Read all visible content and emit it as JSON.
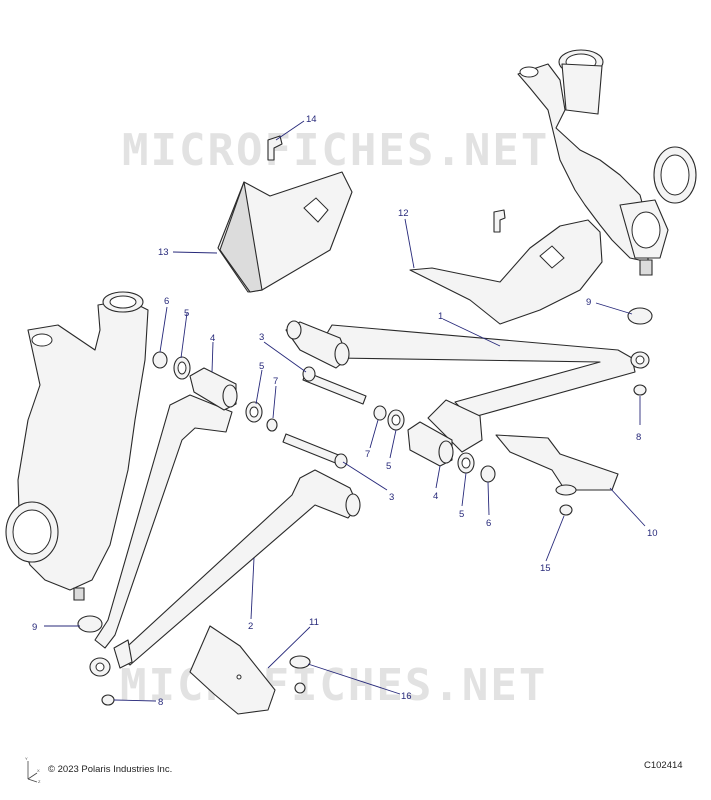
{
  "watermark": "MICROFICHES.NET",
  "copyright": "© 2023 Polaris Industries Inc.",
  "figure_code": "C102414",
  "axis_labels": {
    "y": "Y",
    "x": "X",
    "z": "Z"
  },
  "callouts": [
    {
      "id": "c14",
      "label": "14"
    },
    {
      "id": "c12",
      "label": "12"
    },
    {
      "id": "c13",
      "label": "13"
    },
    {
      "id": "c9r",
      "label": "9"
    },
    {
      "id": "c6a",
      "label": "6"
    },
    {
      "id": "c5a",
      "label": "5"
    },
    {
      "id": "c4a",
      "label": "4"
    },
    {
      "id": "c3a",
      "label": "3"
    },
    {
      "id": "c1",
      "label": "1"
    },
    {
      "id": "c5b",
      "label": "5"
    },
    {
      "id": "c7a",
      "label": "7"
    },
    {
      "id": "c8r",
      "label": "8"
    },
    {
      "id": "c7b",
      "label": "7"
    },
    {
      "id": "c5c",
      "label": "5"
    },
    {
      "id": "c3b",
      "label": "3"
    },
    {
      "id": "c4b",
      "label": "4"
    },
    {
      "id": "c5d",
      "label": "5"
    },
    {
      "id": "c6b",
      "label": "6"
    },
    {
      "id": "c10",
      "label": "10"
    },
    {
      "id": "c15",
      "label": "15"
    },
    {
      "id": "c2",
      "label": "2"
    },
    {
      "id": "c9l",
      "label": "9"
    },
    {
      "id": "c11",
      "label": "11"
    },
    {
      "id": "c16",
      "label": "16"
    },
    {
      "id": "c8l",
      "label": "8"
    }
  ]
}
